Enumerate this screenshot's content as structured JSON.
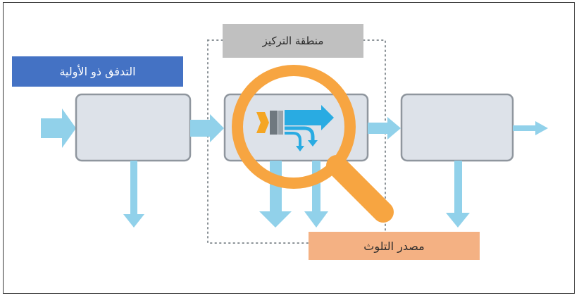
{
  "labels": {
    "priority_flow": "التدفق ذو الأولية",
    "focus_area": "منطقة التركيز",
    "pollution_source": "مصدر التلوث"
  },
  "colors": {
    "priority_box": "#4472c4",
    "focus_box": "#c0c0c0",
    "pollution_box": "#f4b183",
    "process_box_fill": "#dde2e9",
    "process_box_stroke": "#8f969e",
    "flow_arrow": "#91d1ea",
    "magnifier": "#f7a541",
    "icon_orange": "#f5a623",
    "icon_gray": "#7a8289",
    "icon_blue": "#29abe2"
  }
}
